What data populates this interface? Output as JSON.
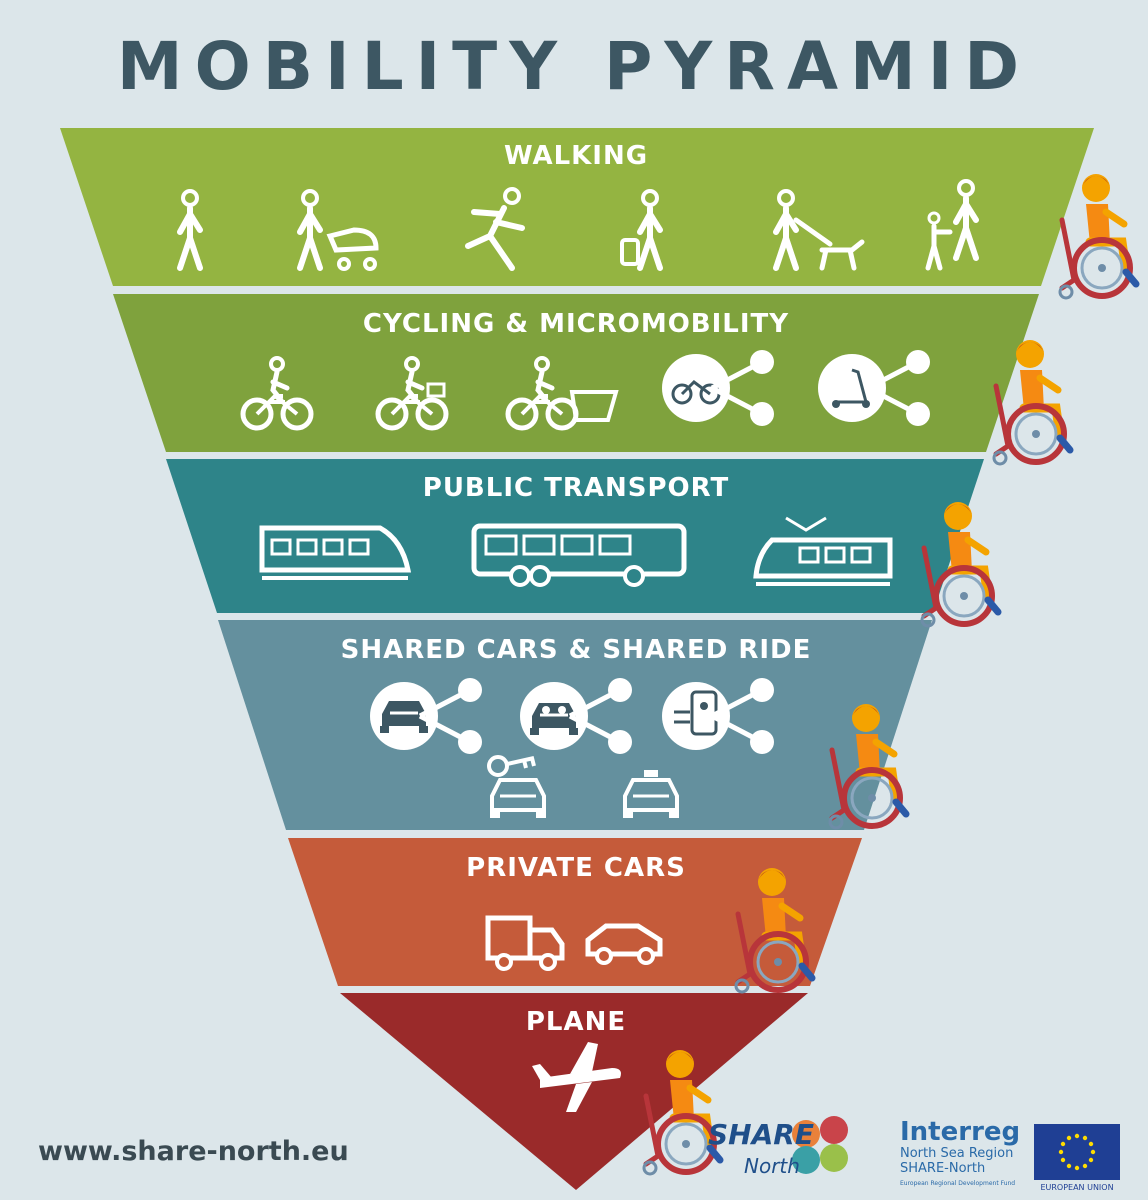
{
  "title": "MOBILITY PYRAMID",
  "tiers": [
    {
      "label": "WALKING",
      "color": "#94b441"
    },
    {
      "label": "CYCLING & MICROMOBILITY",
      "color": "#7fa23d"
    },
    {
      "label": "PUBLIC TRANSPORT",
      "color": "#2e8489"
    },
    {
      "label": "SHARED CARS & SHARED RIDE",
      "color": "#64909e"
    },
    {
      "label": "PRIVATE CARS",
      "color": "#c55b3a"
    },
    {
      "label": "PLANE",
      "color": "#9a2a2a"
    }
  ],
  "icons": {
    "walking": [
      "person-walking-icon",
      "person-with-stroller-icon",
      "person-running-icon",
      "person-with-luggage-icon",
      "person-walking-dog-icon",
      "adult-and-child-icon"
    ],
    "cycling": [
      "cyclist-icon",
      "cyclist-with-basket-icon",
      "cargo-bike-icon",
      "shared-bike-icon",
      "shared-scooter-icon"
    ],
    "public_transport": [
      "train-icon",
      "bus-icon",
      "tram-icon"
    ],
    "shared": [
      "shared-car-icon",
      "shared-ride-icon",
      "ride-app-icon",
      "car-rental-key-icon",
      "taxi-icon"
    ],
    "private": [
      "truck-icon",
      "car-icon"
    ],
    "plane": [
      "airplane-icon"
    ],
    "added": "wheelchair-user-emoji"
  },
  "footer": {
    "url": "www.share-north.eu",
    "share_name": "SHARE",
    "share_sub": "North",
    "interreg_title": "Interreg",
    "interreg_line1": "North Sea Region",
    "interreg_line2": "SHARE-North",
    "interreg_fund": "European Regional Development Fund",
    "eu_label": "EUROPEAN UNION"
  }
}
